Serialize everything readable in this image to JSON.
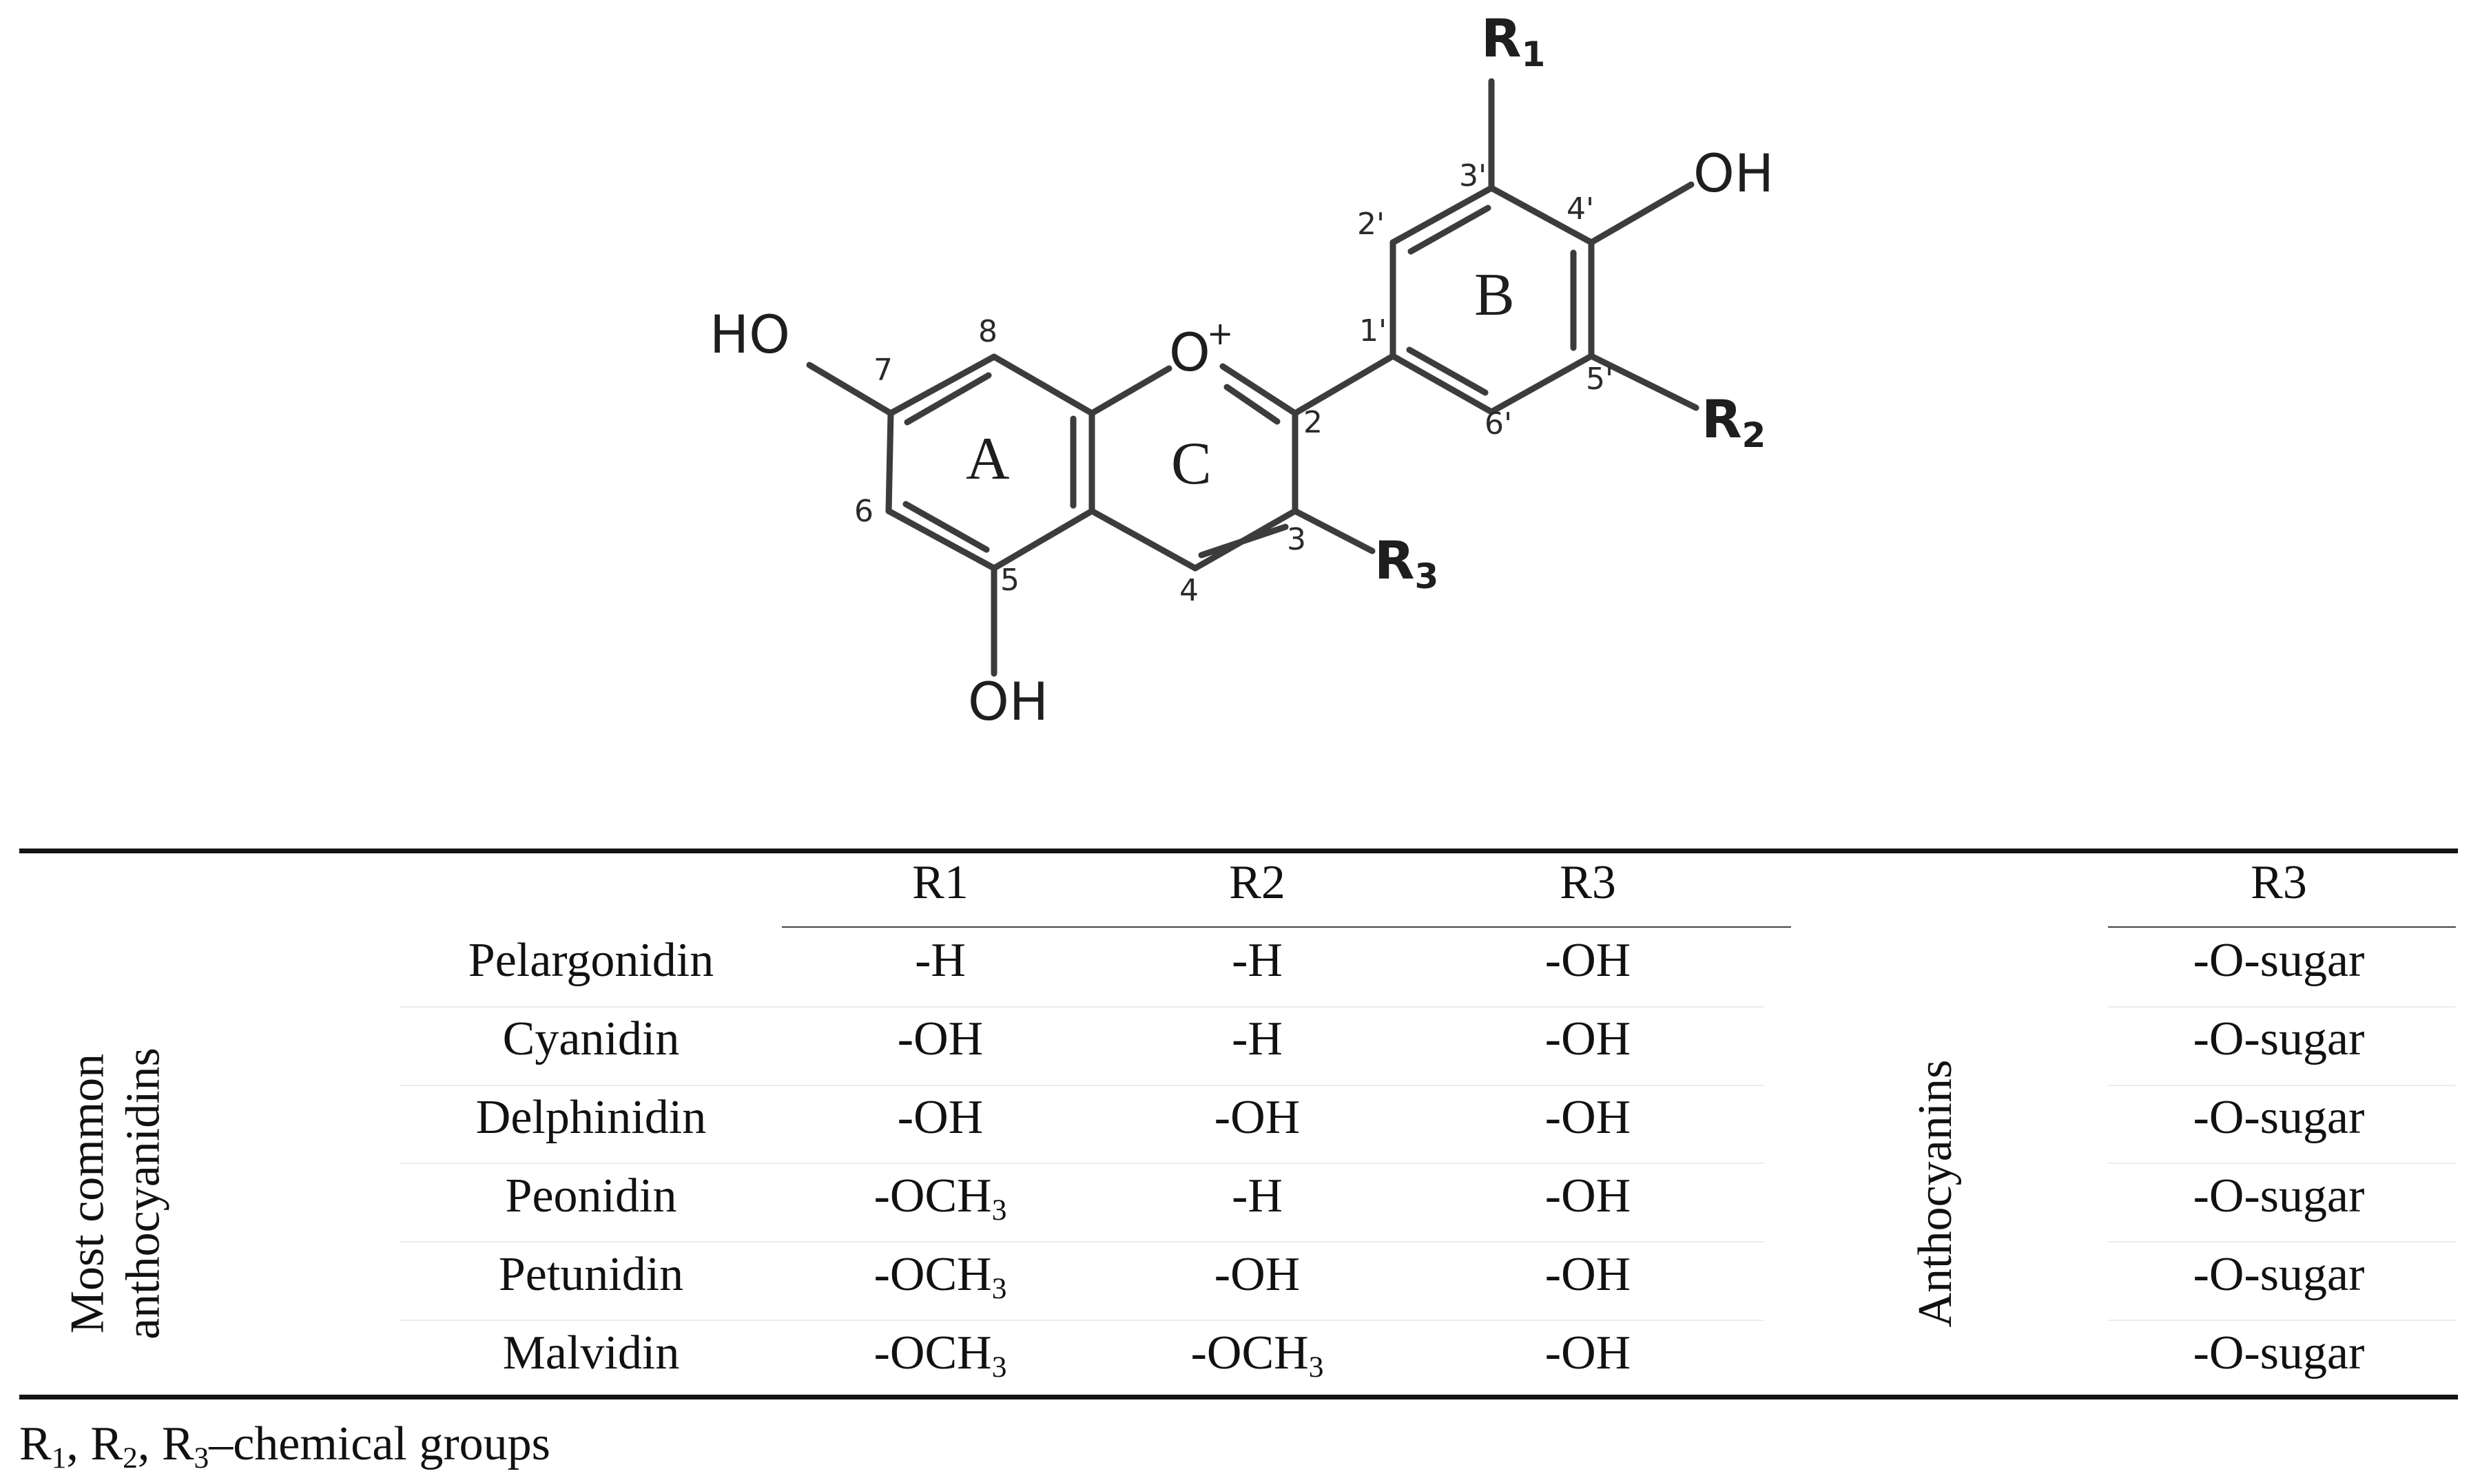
{
  "structure": {
    "ring_labels": [
      "A",
      "C",
      "B"
    ],
    "atoms": {
      "ho_left": "HO",
      "oh_bottom": "OH",
      "oh_top_right": "OH",
      "oxygen": "O",
      "oxygen_charge": "+",
      "r1": "R",
      "r1_sub": "1",
      "r2": "R",
      "r2_sub": "2",
      "r3": "R",
      "r3_sub": "3"
    },
    "position_numbers": {
      "p2": "2",
      "p3": "3",
      "p4": "4",
      "p5": "5",
      "p6": "6",
      "p7": "7",
      "p8": "8",
      "p1p": "1'",
      "p2p": "2'",
      "p3p": "3'",
      "p4p": "4'",
      "p5p": "5'",
      "p6p": "6'"
    }
  },
  "table": {
    "left_group_label": [
      "Most common",
      "anthocyanidins"
    ],
    "right_group_label": "Anthocyanins",
    "column_headers": [
      "R1",
      "R2",
      "R3"
    ],
    "right_column_header": "R3",
    "rows": [
      {
        "name": "Pelargonidin",
        "r1": "-H",
        "r1_sub": "",
        "r2": "-H",
        "r2_sub": "",
        "r3": "-OH",
        "glycoside_r3": "-O-sugar"
      },
      {
        "name": "Cyanidin",
        "r1": "-OH",
        "r1_sub": "",
        "r2": "-H",
        "r2_sub": "",
        "r3": "-OH",
        "glycoside_r3": "-O-sugar"
      },
      {
        "name": "Delphinidin",
        "r1": "-OH",
        "r1_sub": "",
        "r2": "-OH",
        "r2_sub": "",
        "r3": "-OH",
        "glycoside_r3": "-O-sugar"
      },
      {
        "name": "Peonidin",
        "r1": "-OCH",
        "r1_sub": "3",
        "r2": "-H",
        "r2_sub": "",
        "r3": "-OH",
        "glycoside_r3": "-O-sugar"
      },
      {
        "name": "Petunidin",
        "r1": "-OCH",
        "r1_sub": "3",
        "r2": "-OH",
        "r2_sub": "",
        "r3": "-OH",
        "glycoside_r3": "-O-sugar"
      },
      {
        "name": "Malvidin",
        "r1": "-OCH",
        "r1_sub": "3",
        "r2": "-OCH",
        "r2_sub": "3",
        "r3": "-OH",
        "glycoside_r3": "-O-sugar"
      }
    ]
  },
  "footnote": {
    "r": "R",
    "sub1": "1",
    "sub2": "2",
    "sub3": "3",
    "sep": ", ",
    "text": "–chemical groups"
  }
}
